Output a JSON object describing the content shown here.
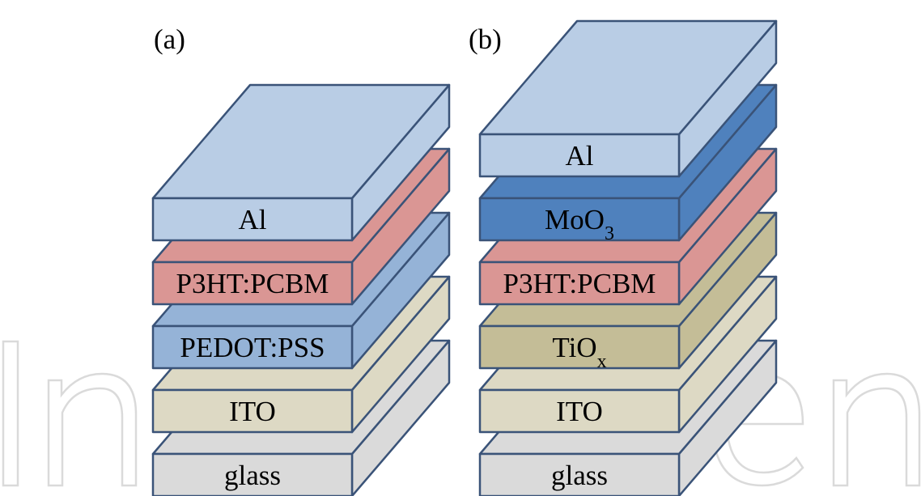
{
  "watermark": "IntechOpen",
  "panels": [
    {
      "label": "(a)",
      "layers": [
        {
          "label": "glass",
          "sub": "",
          "color": "#dadada"
        },
        {
          "label": "ITO",
          "sub": "",
          "color": "#ddd9c4"
        },
        {
          "label": "PEDOT:PSS",
          "sub": "",
          "color": "#95b3d7"
        },
        {
          "label": "P3HT:PCBM",
          "sub": "",
          "color": "#da9694"
        },
        {
          "label": "Al",
          "sub": "",
          "color": "#b9cde5"
        }
      ]
    },
    {
      "label": "(b)",
      "layers": [
        {
          "label": "glass",
          "sub": "",
          "color": "#dadada"
        },
        {
          "label": "ITO",
          "sub": "",
          "color": "#ddd9c4"
        },
        {
          "label": "TiO",
          "sub": "x",
          "color": "#c4bd97"
        },
        {
          "label": "P3HT:PCBM",
          "sub": "",
          "color": "#da9694"
        },
        {
          "label": "MoO",
          "sub": "3",
          "color": "#4f81bd"
        },
        {
          "label": "Al",
          "sub": "",
          "color": "#b9cde5"
        }
      ]
    }
  ]
}
